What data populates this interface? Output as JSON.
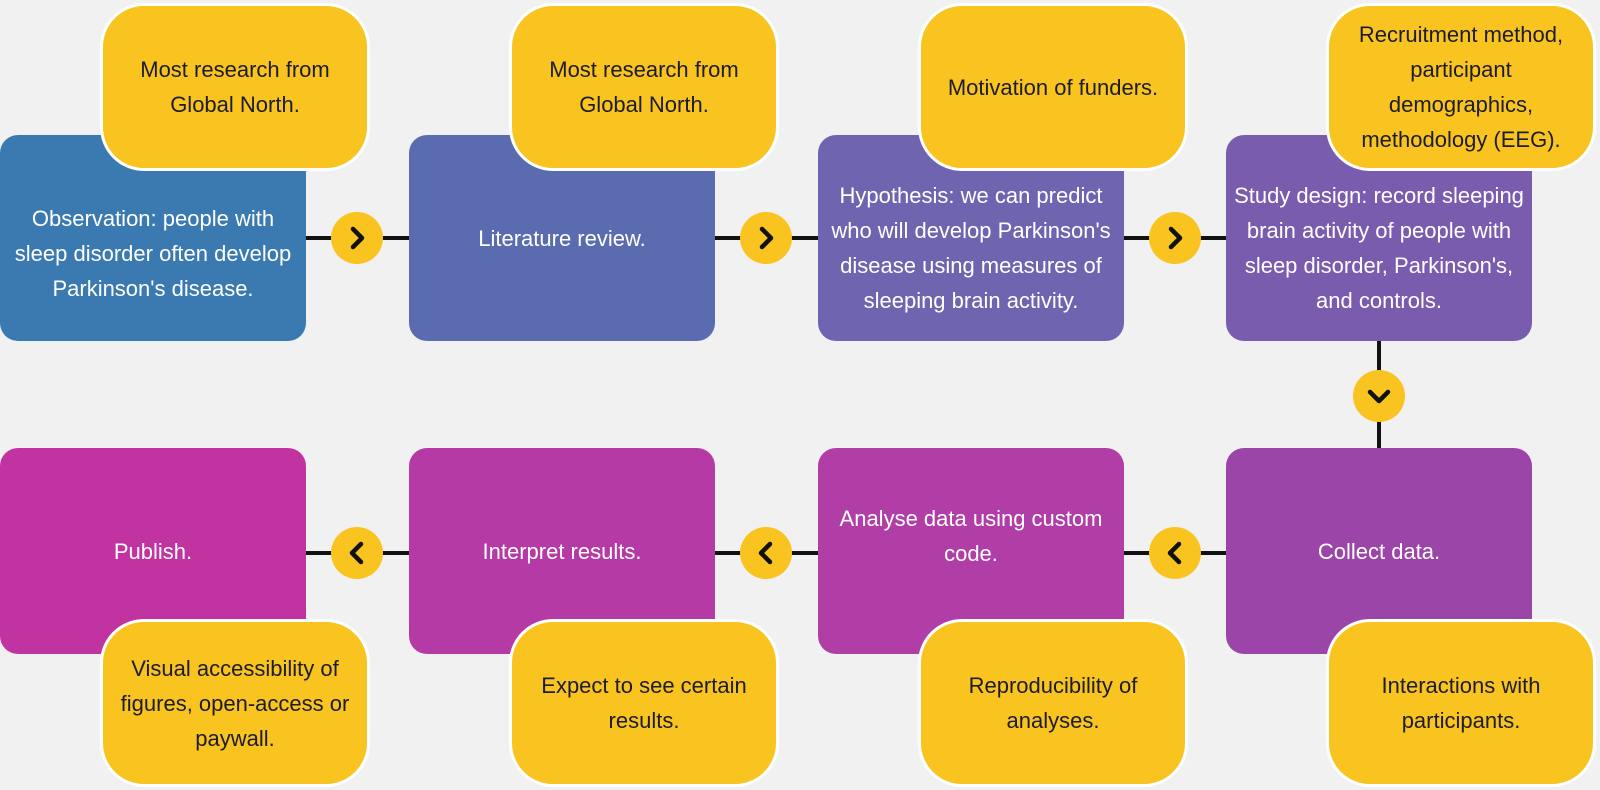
{
  "colors": {
    "background": "#f1f1f1",
    "note": "#f9c41f",
    "connector": "#111111",
    "arrow_circle": "#f9c41f",
    "step_colors": [
      "#3a7ab0",
      "#5a6bb0",
      "#6e64b0",
      "#7a5cae",
      "#9c45a8",
      "#b03ea6",
      "#b53aa5",
      "#c033a0"
    ]
  },
  "steps": [
    {
      "label": "Observation: people with sleep disorder often develop Parkinson's disease."
    },
    {
      "label": "Literature review."
    },
    {
      "label": "Hypothesis: we can predict who will develop Parkinson's disease using measures of sleeping brain activity."
    },
    {
      "label": "Study design: record sleeping brain activity of people with sleep disorder, Parkinson's, and controls."
    },
    {
      "label": "Collect data."
    },
    {
      "label": "Analyse data using custom code."
    },
    {
      "label": "Interpret results."
    },
    {
      "label": "Publish."
    }
  ],
  "notes": [
    {
      "label": "Most research from Global North."
    },
    {
      "label": "Most research from Global North."
    },
    {
      "label": "Motivation of funders."
    },
    {
      "label": "Recruitment method, participant demographics, methodology (EEG)."
    },
    {
      "label": "Interactions with participants."
    },
    {
      "label": "Reproducibility of analyses."
    },
    {
      "label": "Expect to see certain results."
    },
    {
      "label": "Visual accessibility of figures, open-access or paywall."
    }
  ],
  "arrows": [
    {
      "icon": "chevron-right-icon"
    },
    {
      "icon": "chevron-right-icon"
    },
    {
      "icon": "chevron-right-icon"
    },
    {
      "icon": "chevron-down-icon"
    },
    {
      "icon": "chevron-left-icon"
    },
    {
      "icon": "chevron-left-icon"
    },
    {
      "icon": "chevron-left-icon"
    }
  ]
}
